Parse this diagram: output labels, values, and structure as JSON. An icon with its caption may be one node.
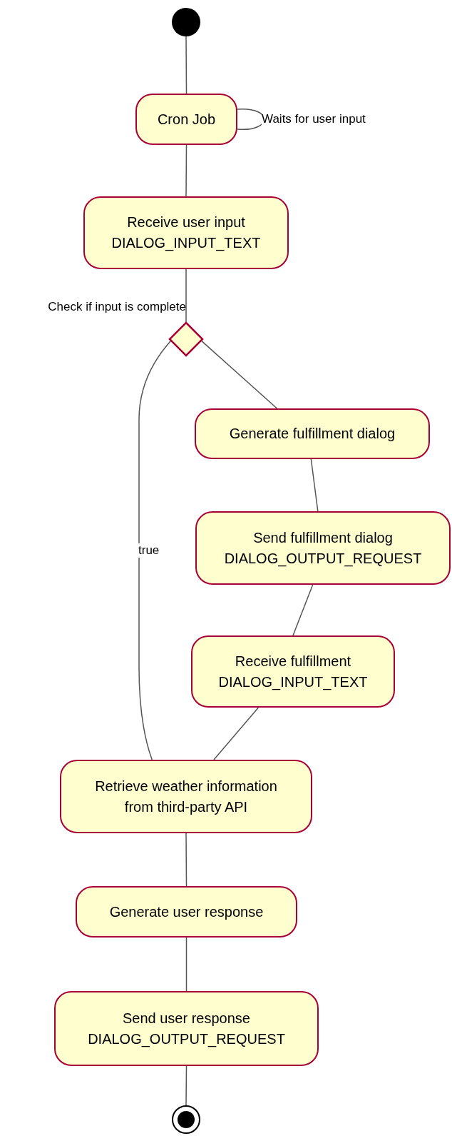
{
  "diagram": {
    "nodes": [
      {
        "text": [],
        "shape": "circle"
      },
      {
        "text": [
          "Cron Job"
        ]
      },
      {
        "text": [
          "Receive user input",
          "DIALOG_INPUT_TEXT"
        ]
      },
      {
        "text": [
          "Check if input is complete"
        ]
      },
      {
        "text": [
          "Generate fulfillment dialog"
        ]
      },
      {
        "text": [
          "Send fulfillment dialog",
          "DIALOG_OUTPUT_REQUEST"
        ]
      },
      {
        "text": [
          "Receive fulfillment",
          "DIALOG_INPUT_TEXT"
        ]
      },
      {
        "text": [
          "Retrieve weather information from third-party API"
        ]
      },
      {
        "text": [
          "Generate user response"
        ]
      },
      {
        "text": [
          "Send user response",
          "DIALOG_OUTPUT_REQUEST"
        ]
      },
      {
        "text": [],
        "shape": "bullseye"
      }
    ],
    "edges": [
      {
        "from": 0,
        "to": 1,
        "arrow": "none"
      },
      {
        "from": 1,
        "to": 1,
        "arrow": "none",
        "label": "Waits for user input"
      },
      {
        "from": 1,
        "to": 2,
        "arrow": "none"
      },
      {
        "from": 2,
        "to": 3,
        "arrow": "none"
      },
      {
        "from": 3,
        "to": 7,
        "arrow": "none",
        "label": "true"
      },
      {
        "from": 3,
        "to": 4,
        "arrow": "none"
      },
      {
        "from": 4,
        "to": 5,
        "arrow": "none"
      },
      {
        "from": 5,
        "to": 6,
        "arrow": "none"
      },
      {
        "from": 6,
        "to": 7,
        "arrow": "none"
      },
      {
        "from": 7,
        "to": 8,
        "arrow": "none"
      },
      {
        "from": 8,
        "to": 9,
        "arrow": "none"
      },
      {
        "from": 9,
        "to": 10,
        "arrow": "none"
      }
    ]
  }
}
